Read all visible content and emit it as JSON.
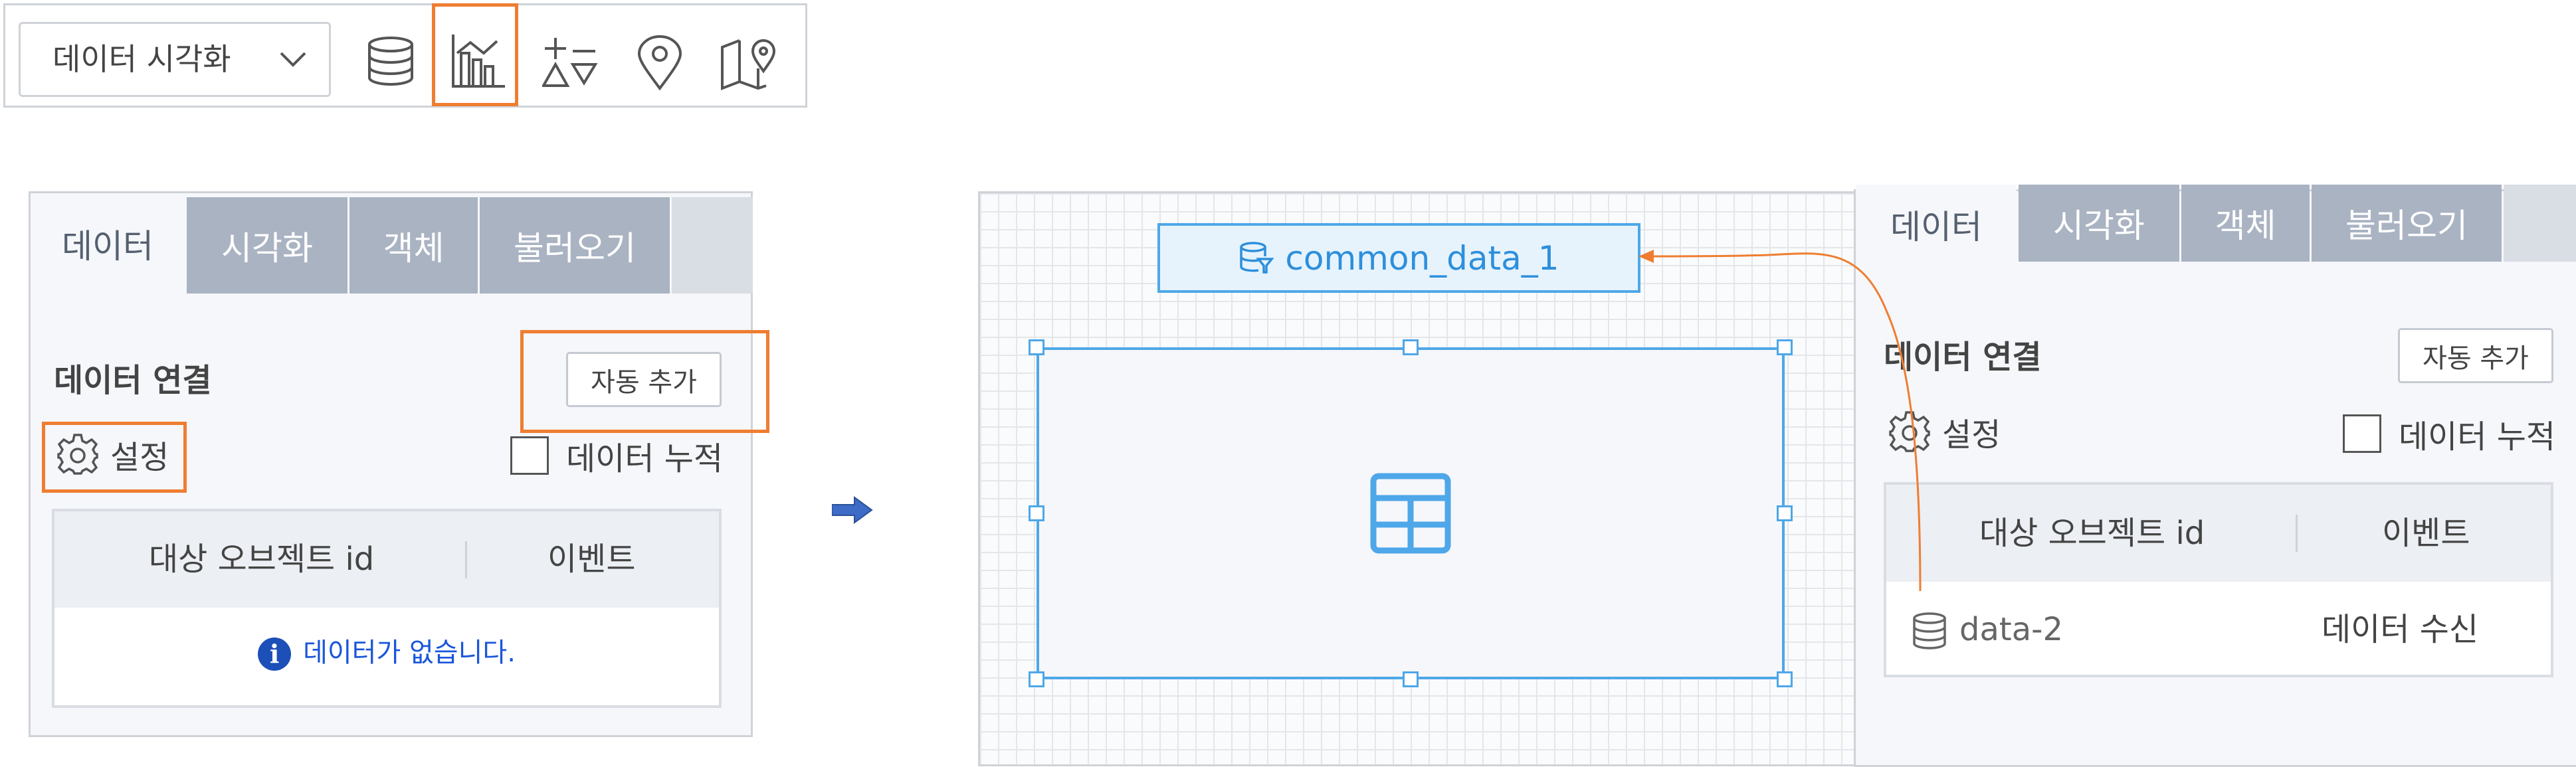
{
  "toolbar": {
    "dropdown_label": "데이터 시각화",
    "icons": [
      "database-icon",
      "chart-icon",
      "filter-icon",
      "location-pin-icon",
      "map-icon"
    ]
  },
  "left_panel": {
    "tabs": [
      "데이터",
      "시각화",
      "객체",
      "불러오기"
    ],
    "section_title": "데이터 연결",
    "auto_add_button": "자동 추가",
    "settings_label": "설정",
    "accumulate_label": "데이터 누적",
    "table_headers": [
      "대상 오브젝트 id",
      "이벤트"
    ],
    "empty_message": "데이터가 없습니다."
  },
  "canvas": {
    "data_label": "common_data_1"
  },
  "right_panel": {
    "tabs": [
      "데이터",
      "시각화",
      "객체",
      "불러오기"
    ],
    "section_title": "데이터 연결",
    "auto_add_button": "자동 추가",
    "settings_label": "설정",
    "accumulate_label": "데이터 누적",
    "table_headers": [
      "대상 오브젝트 id",
      "이벤트"
    ],
    "rows": [
      {
        "object_id": "data-2",
        "event": "데이터 수신"
      }
    ]
  },
  "colors": {
    "highlight": "#ef7d31",
    "selection": "#4ea7e8",
    "tab_inactive": "#aab3c2",
    "info_blue": "#1d4fb8"
  }
}
